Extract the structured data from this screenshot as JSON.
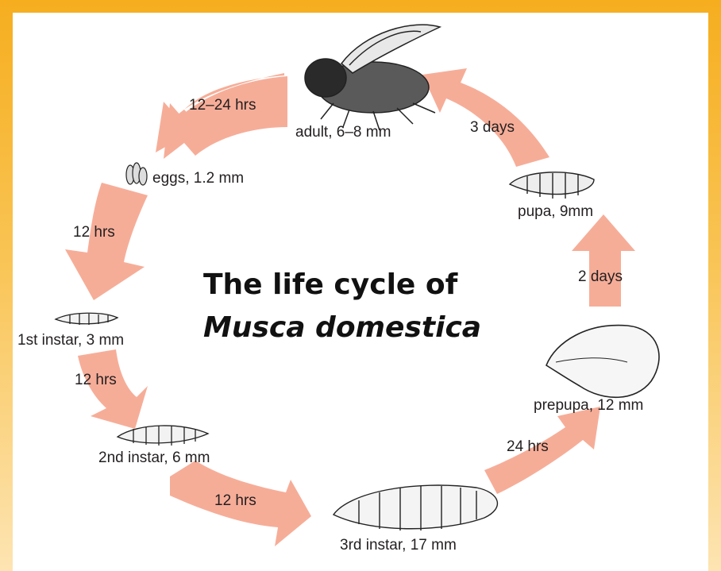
{
  "title": {
    "line1": "The life cycle of",
    "line2": "Musca domestica"
  },
  "stages": {
    "adult": "adult, 6–8 mm",
    "eggs": "eggs, 1.2 mm",
    "instar1": "1st instar, 3 mm",
    "instar2": "2nd instar, 6 mm",
    "instar3": "3rd instar, 17 mm",
    "prepupa": "prepupa, 12 mm",
    "pupa": "pupa, 9mm"
  },
  "durations": {
    "adult_to_eggs": "12–24 hrs",
    "eggs_to_instar1": "12 hrs",
    "instar1_to_instar2": "12 hrs",
    "instar2_to_instar3": "12 hrs",
    "instar3_to_prepupa": "24 hrs",
    "prepupa_to_pupa": "2 days",
    "pupa_to_adult": "3 days"
  },
  "colors": {
    "background": "#f8b934",
    "panel": "#ffffff",
    "arrow": "#f6ad98",
    "text": "#231f20"
  }
}
